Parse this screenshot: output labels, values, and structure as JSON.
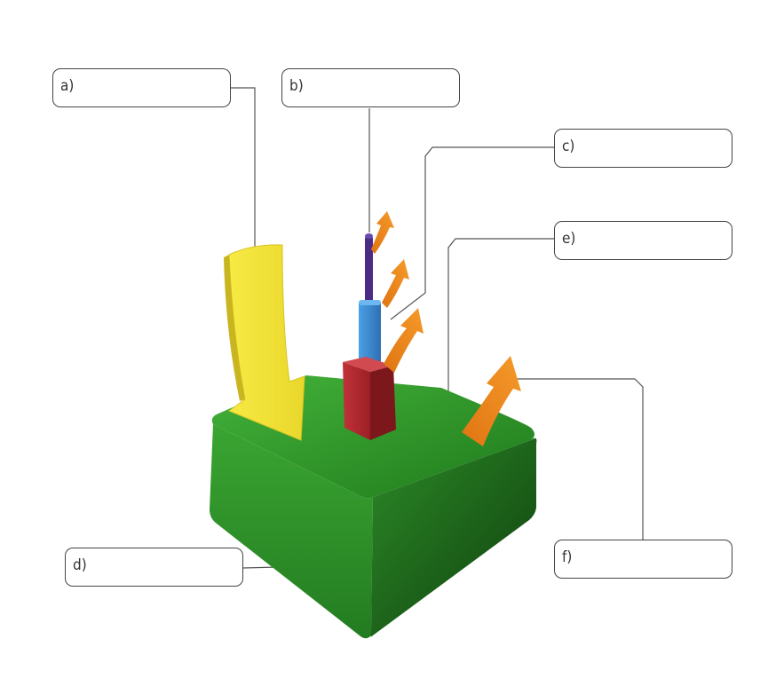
{
  "labels": {
    "a": "a)",
    "b": "b)",
    "c": "c)",
    "d": "d)",
    "e": "e)",
    "f": "f)"
  },
  "colors": {
    "ground_top": "#2f9b2a",
    "ground_front": "#2c8c26",
    "ground_side": "#1f6e1c",
    "incoming_arrow": "#f2e33a",
    "outgoing_arrows": "#f08a1e",
    "red_block": "#b52a30",
    "blue_segment": "#3d8fd6",
    "purple_segment": "#4a2b86",
    "leader_lines": "#555555"
  }
}
